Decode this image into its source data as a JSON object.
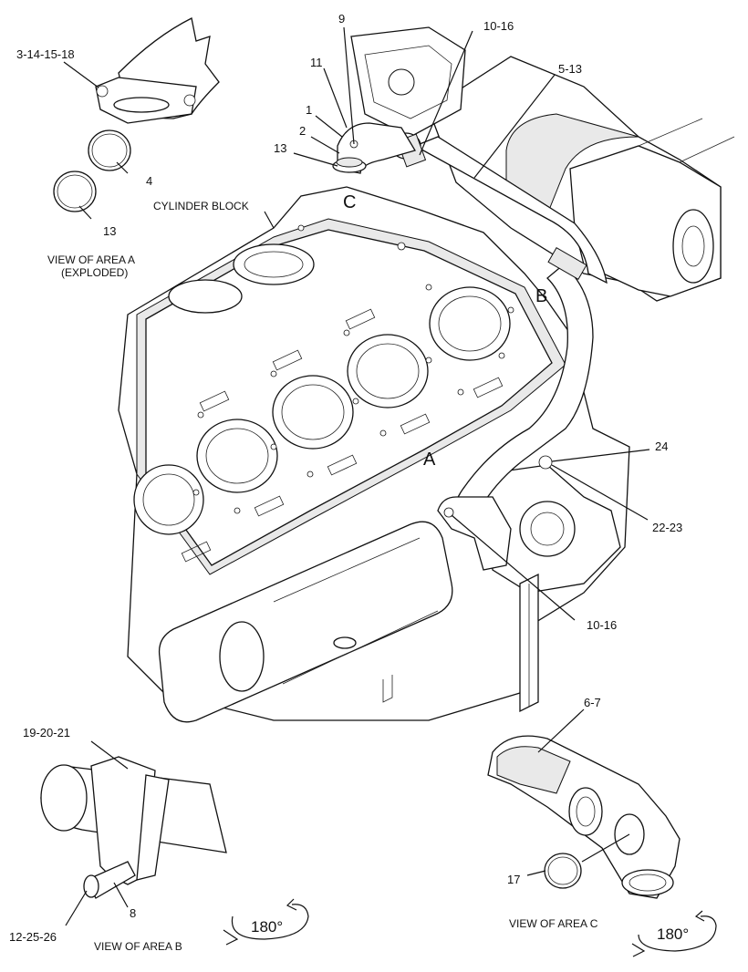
{
  "callouts": {
    "c_3_14_15_18": "3-14-15-18",
    "c_4": "4",
    "c_13_a": "13",
    "c_9": "9",
    "c_11": "11",
    "c_1": "1",
    "c_2": "2",
    "c_13_b": "13",
    "c_10_16_top": "10-16",
    "c_5_13": "5-13",
    "c_24": "24",
    "c_22_23": "22-23",
    "c_10_16_mid": "10-16",
    "c_19_20_21": "19-20-21",
    "c_8": "8",
    "c_12_25_26": "12-25-26",
    "c_6_7": "6-7",
    "c_17": "17"
  },
  "area_letters": {
    "a": "A",
    "b": "B",
    "c": "C"
  },
  "labels": {
    "cylinder_block": "CYLINDER BLOCK",
    "view_area_a_line1": "VIEW OF AREA  A",
    "view_area_a_line2": "(EXPLODED)",
    "view_area_b": "VIEW OF AREA  B",
    "view_area_c": "VIEW OF AREA  C"
  },
  "rotation": {
    "left": "180°",
    "right": "180°"
  }
}
